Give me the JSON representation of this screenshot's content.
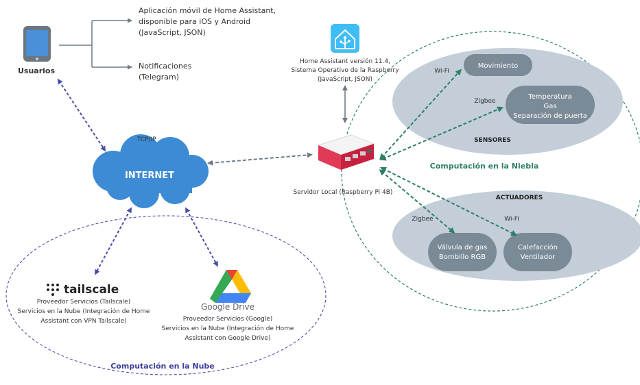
{
  "users": {
    "label": "Usuarios"
  },
  "app": {
    "line1": "Aplicación móvil de Home Assistant,",
    "line2": "disponible para iOS y Android",
    "line3": "(JavaScript, JSON)"
  },
  "notifications": {
    "line1": "Notificaciones",
    "line2": "(Telegram)"
  },
  "internet": {
    "label": "INTERNET",
    "protocol": "TCP/IP"
  },
  "home_assistant": {
    "line1": "Home Assistant versión 11.4,",
    "line2": "Sistema Operativo de la Raspberry",
    "line3": "(JavaScript, JSON)"
  },
  "server": {
    "label": "Servidor Local (Raspberry Pi 4B)"
  },
  "fog": {
    "title": "Computación en la Niebla",
    "sensors": {
      "title": "SENSORES",
      "movement": "Movimiento",
      "multi": [
        "Temperatura",
        "Gas",
        "Separación de puerta"
      ],
      "wifi": "Wi-Fi",
      "zigbee": "Zigbee"
    },
    "actuators": {
      "title": "ACTUADORES",
      "zigbee_node": [
        "Válvula de gas",
        "Bombillo RGB"
      ],
      "wifi_node": [
        "Calefacción",
        "Ventilador"
      ],
      "zigbee": "Zigbee",
      "wifi": "Wi-Fi"
    }
  },
  "cloud": {
    "title": "Computación en la Nube",
    "tailscale": {
      "logo": "tailscale",
      "line1": "Proveedor Servicios (Tailscale)",
      "line2": "Servicios en la Nube (Integración de Home",
      "line3": "Assistant con VPN Tailscale)"
    },
    "gdrive": {
      "logo": "Google Drive",
      "line1": "Proveedor Servicios (Google)",
      "line2": "Servicios en la Nube (Integración de Home",
      "line3": "Assistant con Google Drive)"
    }
  },
  "colors": {
    "cloud_blue": "#3d8bd5",
    "arrow_blue": "#4a4fa6",
    "arrow_green": "#2f7f68",
    "gray_arrow": "#6e7b86",
    "ellipse_fill": "#c3ced8",
    "node_fill": "#7b8a97"
  }
}
